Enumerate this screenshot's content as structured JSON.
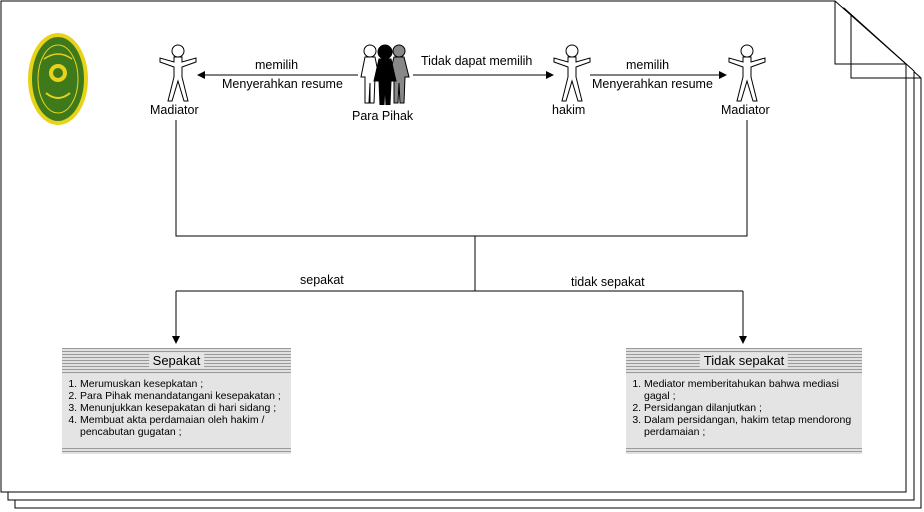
{
  "actors": {
    "mediator_left": "Madiator",
    "para_pihak": "Para Pihak",
    "hakim": "hakim",
    "mediator_right": "Madiator"
  },
  "edges": {
    "left_top": "memilih",
    "left_bottom": "Menyerahkan resume",
    "middle": "Tidak dapat memilih",
    "right_top": "memilih",
    "right_bottom": "Menyerahkan resume",
    "agree": "sepakat",
    "disagree": "tidak sepakat"
  },
  "box_agree": {
    "title": "Sepakat",
    "items": [
      "Merumuskan kesepkatan ;",
      "Para Pihak menandatangani kesepakatan ;",
      "Menunjukkan kesepakatan di hari sidang ;",
      "Membuat akta perdamaian oleh hakim / pencabutan gugatan ;"
    ]
  },
  "box_disagree": {
    "title": "Tidak sepakat",
    "items": [
      "Mediator memberitahukan bahwa mediasi gagal ;",
      "Persidangan dilanjutkan ;",
      "Dalam persidangan, hakim tetap mendorong perdamaian ;"
    ]
  },
  "colors": {
    "logo_green": "#3e7a1c",
    "logo_yellow": "#e8d21a",
    "box_fill": "#e4e4e4",
    "stripe": "#9a9a9a"
  },
  "icons": {
    "logo": "court-emblem-icon",
    "actor": "stick-figure-icon",
    "group": "people-group-icon"
  }
}
